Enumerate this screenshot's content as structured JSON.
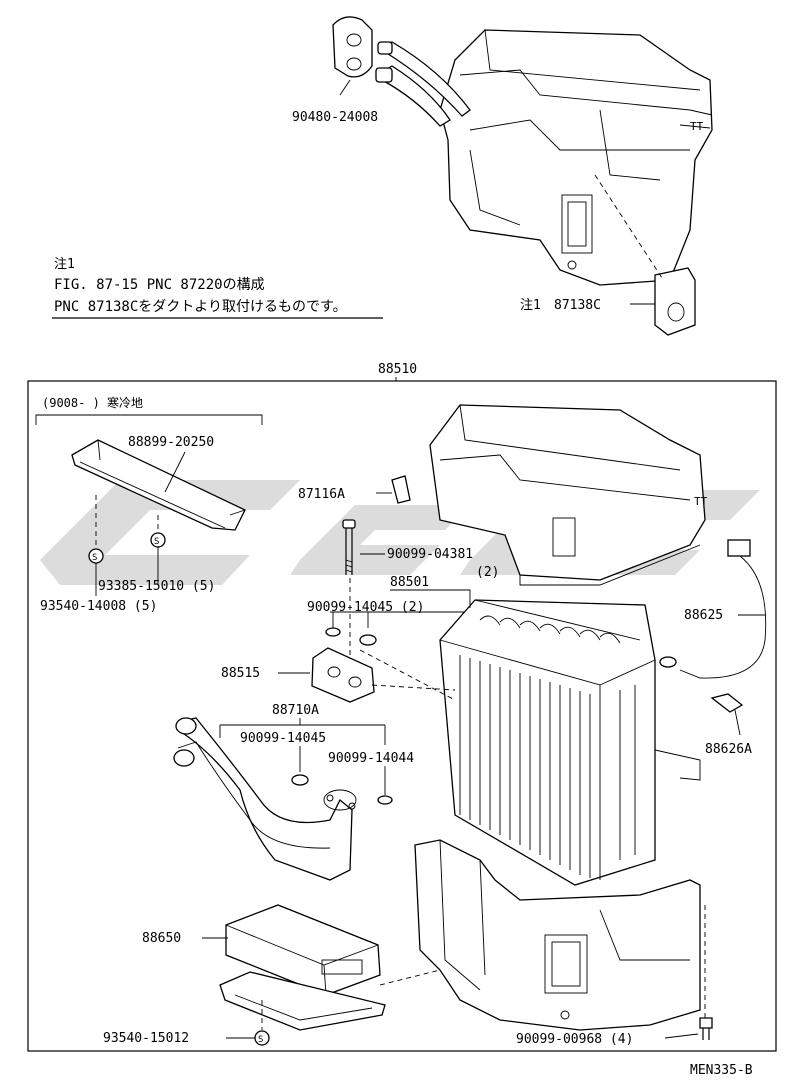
{
  "note": {
    "line1": "注1",
    "line2": "FIG. 87-15 PNC 87220の構成",
    "line3": "PNC 87138Cをダクトより取付けるものです。"
  },
  "top_labels": {
    "grommet": "90480-24008",
    "note_ref": "注1",
    "bracket": "87138C"
  },
  "assembly_label": "88510",
  "cold_region": "(9008-     ) 寒冷地",
  "labels": {
    "plate": "88899-20250",
    "screw_a": "93385-15010 (5)",
    "screw_b": "93540-14008 (5)",
    "clip": "87116A",
    "bolt": "90099-04381",
    "bolt_qty": "(2)",
    "evaporator": "88501",
    "oring_pair": "90099-14045 (2)",
    "thermistor": "88625",
    "valve": "88515",
    "tube": "88710A",
    "oring_a": "90099-14045",
    "oring_b": "90099-14044",
    "connector": "88626A",
    "amplifier": "88650",
    "screw_c": "93540-15012",
    "screw_d": "90099-00968 (4)"
  },
  "drawing_code": "MEN335-B"
}
